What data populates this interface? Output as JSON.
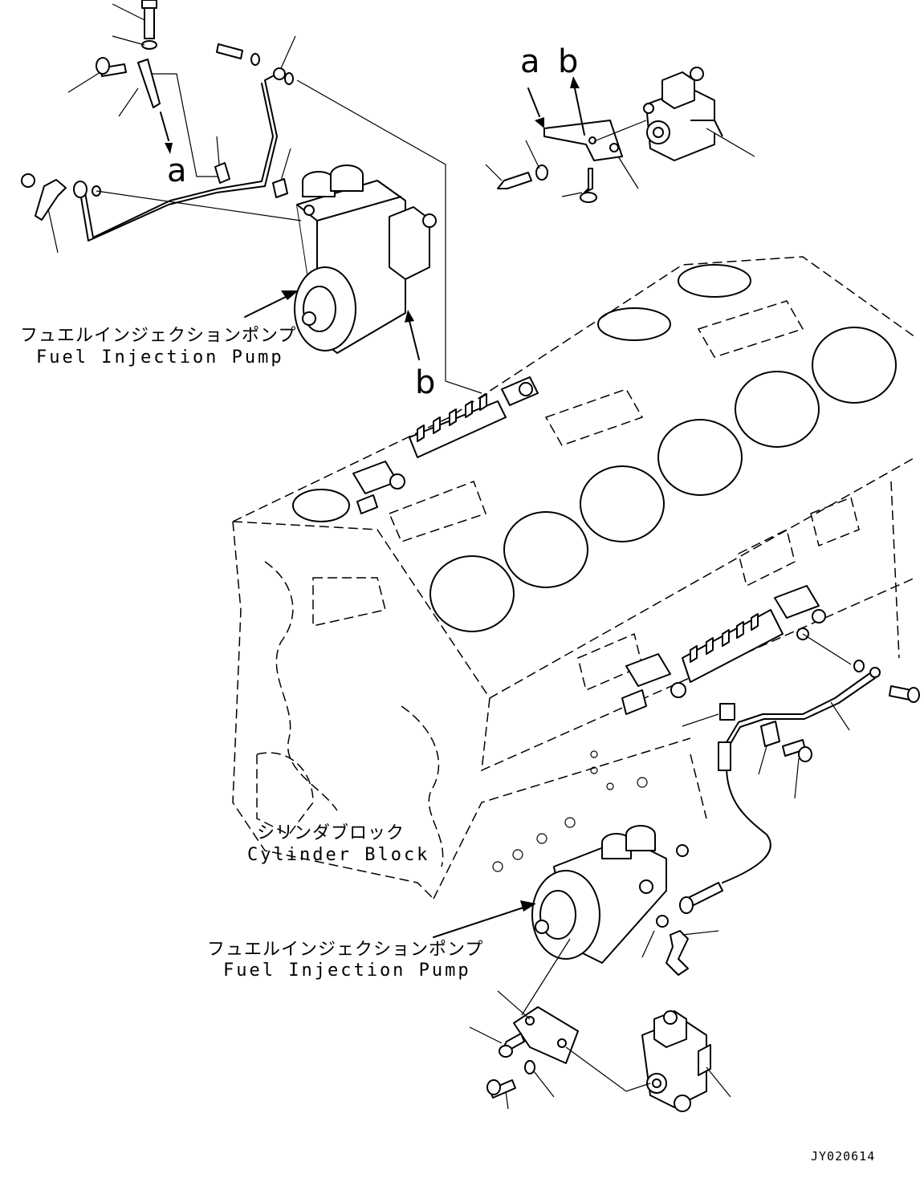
{
  "labels": {
    "pump_top_jp": "フュエルインジェクションポンプ",
    "pump_top_en": "Fuel Injection Pump",
    "pump_bottom_jp": "フュエルインジェクションポンプ",
    "pump_bottom_en": "Fuel Injection Pump",
    "block_jp": "シリンダブロック",
    "block_en": "Cylinder Block",
    "ref_a_left": "a",
    "ref_a_right": "a",
    "ref_b_right": "b",
    "ref_b_pump": "b"
  },
  "document_id": "JY020614"
}
